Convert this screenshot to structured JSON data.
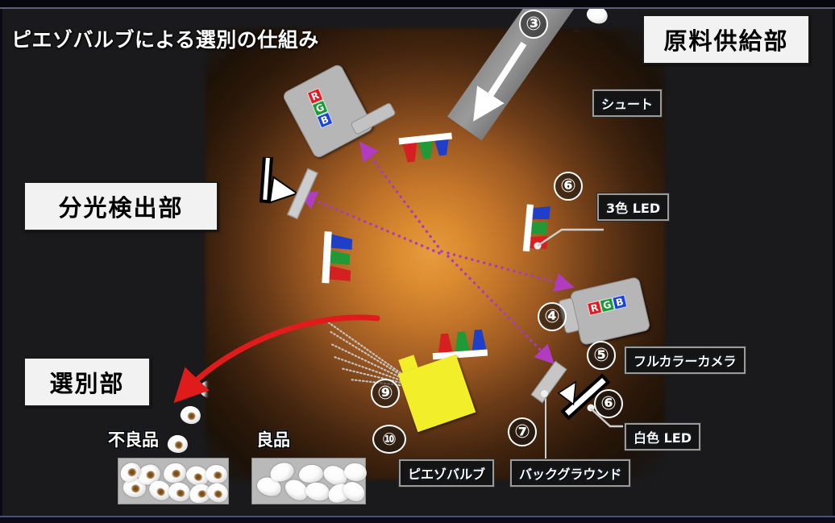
{
  "title": "ピエゾバルブによる選別の仕組み",
  "sections": [
    {
      "id": "supply",
      "label": "原料供給部"
    },
    {
      "id": "spectro",
      "label": "分光検出部"
    },
    {
      "id": "sorting",
      "label": "選別部"
    }
  ],
  "callouts": [
    {
      "id": "chute",
      "label": "シュート"
    },
    {
      "id": "led3",
      "label": "3色 LED"
    },
    {
      "id": "camera",
      "label": "フルカラーカメラ"
    },
    {
      "id": "ledw",
      "label": "白色 LED"
    },
    {
      "id": "piezo",
      "label": "ピエゾバルブ"
    },
    {
      "id": "bg",
      "label": "バックグラウンド"
    }
  ],
  "bins": [
    {
      "id": "bad",
      "label": "不良品"
    },
    {
      "id": "good",
      "label": "良品"
    }
  ],
  "steps": [
    {
      "id": "3",
      "label": "③"
    },
    {
      "id": "4",
      "label": "④"
    },
    {
      "id": "5",
      "label": "⑤"
    },
    {
      "id": "6a",
      "label": "⑥"
    },
    {
      "id": "6b",
      "label": "⑥"
    },
    {
      "id": "7",
      "label": "⑦"
    },
    {
      "id": "9",
      "label": "⑨"
    },
    {
      "id": "10",
      "label": "⑩"
    }
  ],
  "camera_badges": {
    "top": [
      "R",
      "G",
      "B"
    ],
    "bottom": [
      "R",
      "G",
      "B"
    ]
  },
  "colors": {
    "glow_center": "#e89b3f",
    "glow_mid": "#c4762a",
    "background": "#1a1a1c",
    "piezo_yellow": "#f2ef2a",
    "ray_purple": "#b03cc0",
    "arrow_red": "#e01b1b",
    "chute_gray": "#9b9b9b",
    "bin_gray": "#b9b9b9",
    "badge_r": "#e11b22",
    "badge_g": "#1a9a35",
    "badge_b": "#1b43d8"
  }
}
